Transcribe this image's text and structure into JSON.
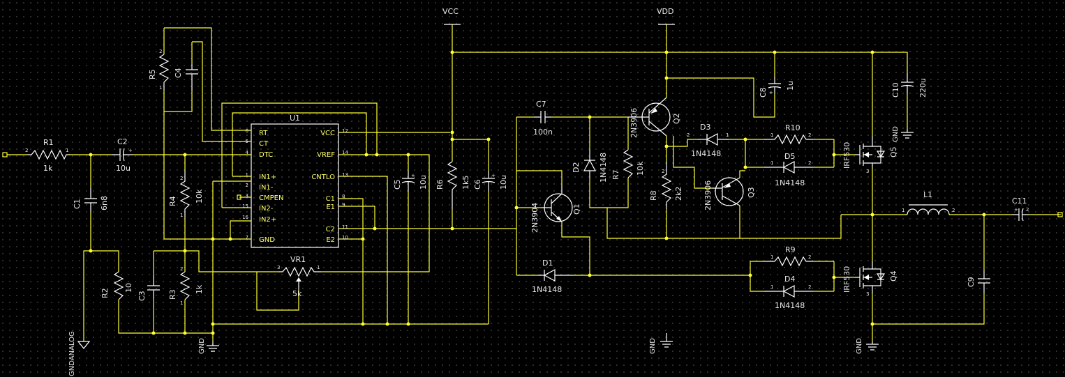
{
  "rails": {
    "vcc": "VCC",
    "vdd": "VDD"
  },
  "grounds": {
    "g1": "GND",
    "g2": "GND",
    "g3": "GND",
    "g4": "GND",
    "ganalog": "GNDANALOG"
  },
  "u1": {
    "ref": "U1",
    "left_pins": [
      {
        "name": "RT",
        "num": "6"
      },
      {
        "name": "CT",
        "num": "5"
      },
      {
        "name": "DTC",
        "num": "4"
      },
      {
        "name": "IN1+",
        "num": "1"
      },
      {
        "name": "IN1-",
        "num": "2"
      },
      {
        "name": "CMPEN",
        "num": "3"
      },
      {
        "name": "IN2-",
        "num": "15"
      },
      {
        "name": "IN2+",
        "num": "16"
      },
      {
        "name": "GND",
        "num": "7"
      }
    ],
    "right_pins": [
      {
        "name": "VCC",
        "num": "12"
      },
      {
        "name": "VREF",
        "num": "14"
      },
      {
        "name": "CNTLO",
        "num": "13"
      },
      {
        "name": "C1",
        "num": "8"
      },
      {
        "name": "E1",
        "num": "9"
      },
      {
        "name": "C2",
        "num": "11"
      },
      {
        "name": "E2",
        "num": "10"
      }
    ]
  },
  "parts": {
    "R1": {
      "ref": "R1",
      "val": "1k"
    },
    "R2": {
      "ref": "R2",
      "val": "10"
    },
    "R3": {
      "ref": "R3",
      "val": "1k"
    },
    "R4": {
      "ref": "R4",
      "val": "10k"
    },
    "R5": {
      "ref": "R5",
      "val": ""
    },
    "R6": {
      "ref": "R6",
      "val": "1k5"
    },
    "R7": {
      "ref": "R7",
      "val": "10k"
    },
    "R8": {
      "ref": "R8",
      "val": "2k2"
    },
    "R9": {
      "ref": "R9",
      "val": ""
    },
    "R10": {
      "ref": "R10",
      "val": ""
    },
    "C1": {
      "ref": "C1",
      "val": "6n8"
    },
    "C2": {
      "ref": "C2",
      "val": "10u"
    },
    "C3": {
      "ref": "C3",
      "val": ""
    },
    "C4": {
      "ref": "C4",
      "val": ""
    },
    "C5": {
      "ref": "C5",
      "val": "10u"
    },
    "C6": {
      "ref": "C6",
      "val": "10u"
    },
    "C7": {
      "ref": "C7",
      "val": "100n"
    },
    "C8": {
      "ref": "C8",
      "val": "1u"
    },
    "C9": {
      "ref": "C9",
      "val": ""
    },
    "C10": {
      "ref": "C10",
      "val": "220u"
    },
    "C11": {
      "ref": "C11",
      "val": ""
    },
    "VR1": {
      "ref": "VR1",
      "val": "5k"
    },
    "L1": {
      "ref": "L1",
      "val": ""
    },
    "Q1": {
      "ref": "Q1",
      "val": "2N3904"
    },
    "Q2": {
      "ref": "Q2",
      "val": "2N3906"
    },
    "Q3": {
      "ref": "Q3",
      "val": "2N3906"
    },
    "Q4": {
      "ref": "Q4",
      "val": "IRF530"
    },
    "Q5": {
      "ref": "Q5",
      "val": "IRF530"
    },
    "D1": {
      "ref": "D1",
      "val": "1N4148"
    },
    "D2": {
      "ref": "D2",
      "val": "1N4148"
    },
    "D3": {
      "ref": "D3",
      "val": "1N4148"
    },
    "D4": {
      "ref": "D4",
      "val": "1N4148"
    },
    "D5": {
      "ref": "D5",
      "val": "1N4148"
    }
  },
  "pin_numbers": {
    "one": "1",
    "two": "2",
    "three": "3",
    "plus": "+"
  },
  "colors": {
    "wire": "#ffff33",
    "symbol": "#ffffff",
    "text": "#e8e8e8",
    "background": "#000000",
    "grid": "#3a3a3a"
  }
}
